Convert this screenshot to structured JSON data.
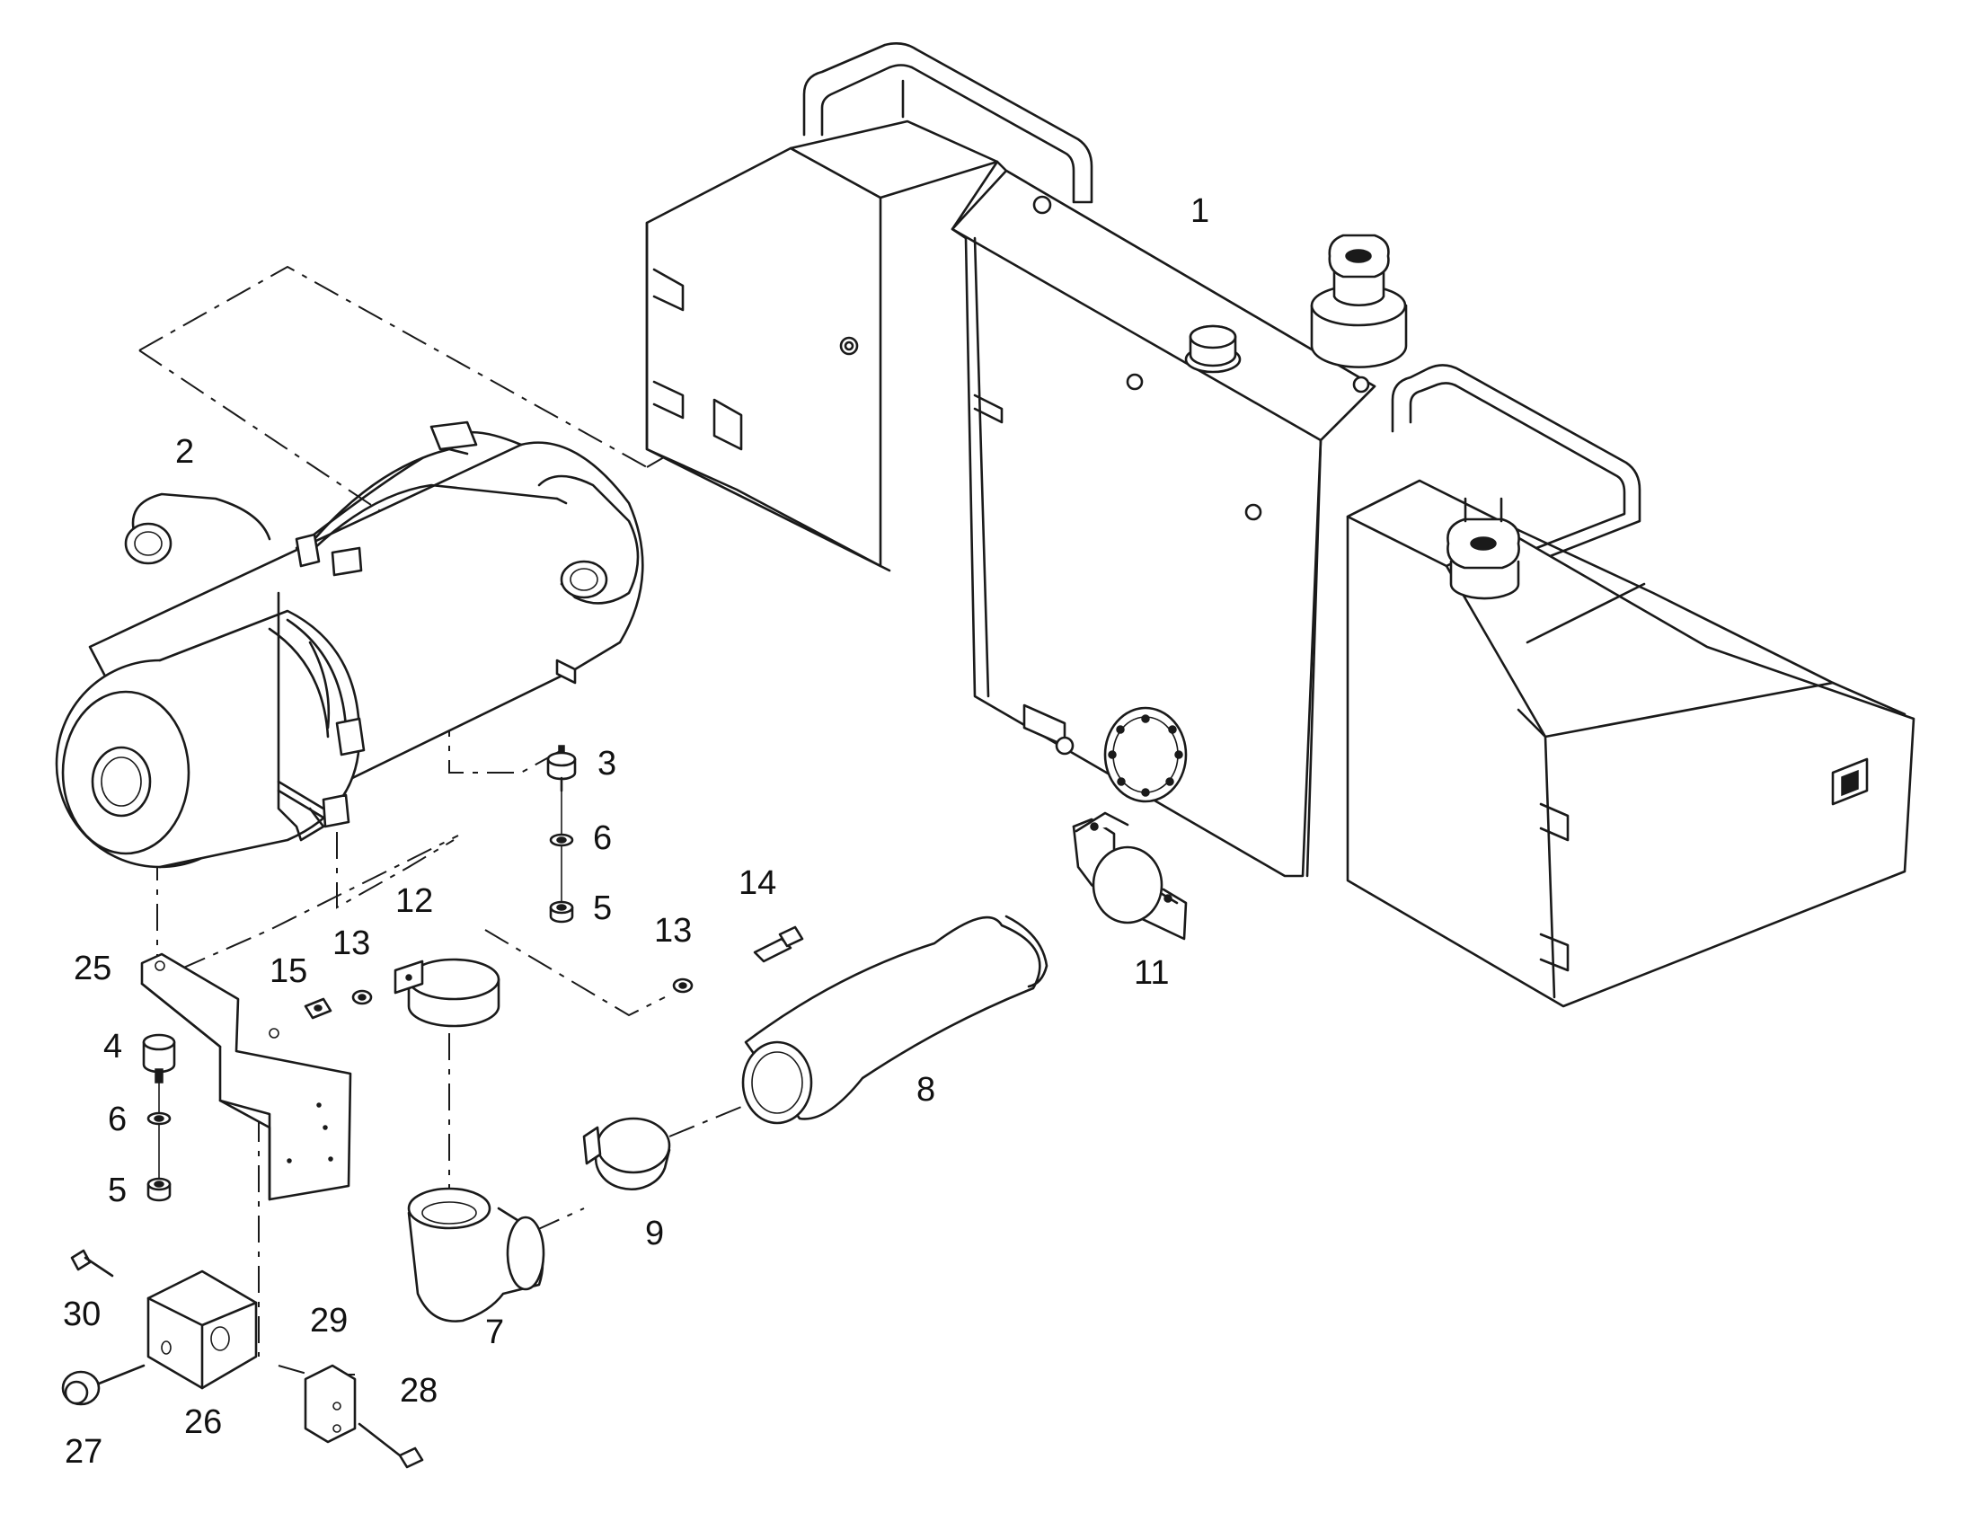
{
  "diagram": {
    "type": "exploded-parts-view",
    "callouts": [
      {
        "id": "c1",
        "text": "1"
      },
      {
        "id": "c2",
        "text": "2"
      },
      {
        "id": "c3",
        "text": "3"
      },
      {
        "id": "c6a",
        "text": "6"
      },
      {
        "id": "c5a",
        "text": "5"
      },
      {
        "id": "c14",
        "text": "14"
      },
      {
        "id": "c12",
        "text": "12"
      },
      {
        "id": "c13a",
        "text": "13"
      },
      {
        "id": "c13b",
        "text": "13"
      },
      {
        "id": "c11",
        "text": "11"
      },
      {
        "id": "c25",
        "text": "25"
      },
      {
        "id": "c15",
        "text": "15"
      },
      {
        "id": "c4",
        "text": "4"
      },
      {
        "id": "c6b",
        "text": "6"
      },
      {
        "id": "c5b",
        "text": "5"
      },
      {
        "id": "c8",
        "text": "8"
      },
      {
        "id": "c9",
        "text": "9"
      },
      {
        "id": "c7",
        "text": "7"
      },
      {
        "id": "c30",
        "text": "30"
      },
      {
        "id": "c29",
        "text": "29"
      },
      {
        "id": "c28",
        "text": "28"
      },
      {
        "id": "c26",
        "text": "26"
      },
      {
        "id": "c27",
        "text": "27"
      }
    ]
  }
}
